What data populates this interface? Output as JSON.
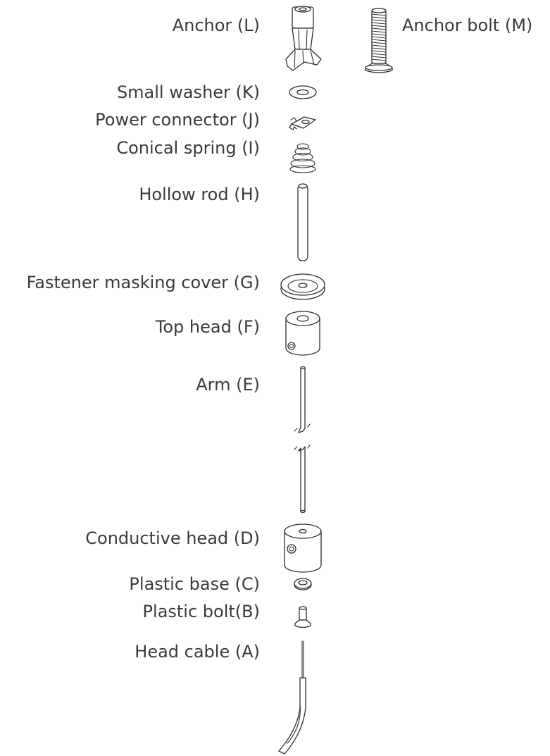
{
  "labels": {
    "anchor": "Anchor (L)",
    "anchor_bolt": "Anchor bolt (M)",
    "small_washer": "Small washer (K)",
    "power_connector": "Power connector (J)",
    "conical_spring": "Conical spring (I)",
    "hollow_rod": "Hollow rod (H)",
    "fastener_masking_cover": "Fastener masking cover (G)",
    "top_head": "Top head (F)",
    "arm": "Arm (E)",
    "conductive_head": "Conductive head (D)",
    "plastic_base": "Plastic base (C)",
    "plastic_bolt": "Plastic bolt(B)",
    "head_cable": "Head cable (A)"
  }
}
